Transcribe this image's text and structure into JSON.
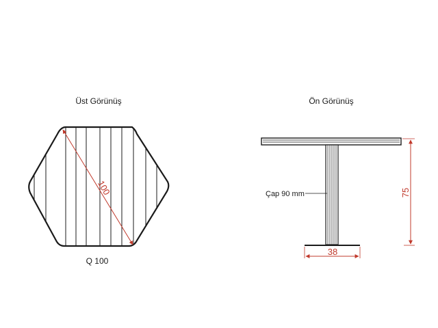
{
  "top_view": {
    "title": "Üst Görünüş",
    "diagonal_dimension": "100",
    "caption": "Q 100"
  },
  "front_view": {
    "title": "Ön Görünüş",
    "base_dimension": "38",
    "height_dimension": "75",
    "column_label": "Çap 90 mm"
  },
  "colors": {
    "line": "#1a1a1a",
    "dimension": "#c0392b",
    "background": "#ffffff"
  }
}
